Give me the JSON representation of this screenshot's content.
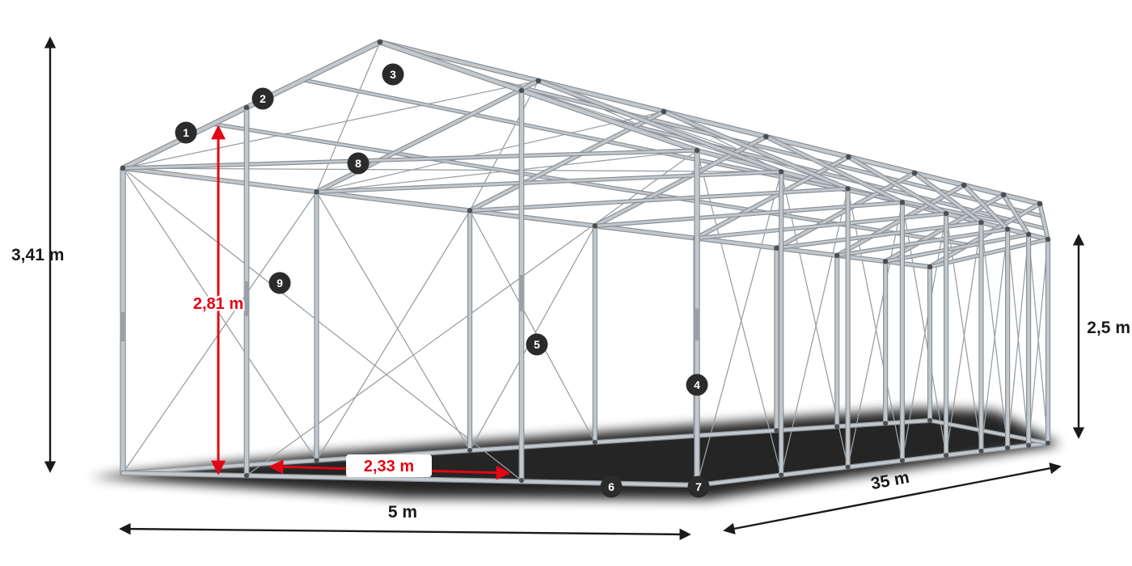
{
  "diagram": {
    "type": "tent-frame-wireframe",
    "dimensions": {
      "total_height": "3,41 m",
      "entrance_height": "2,81 m",
      "side_height": "2,5 m",
      "entrance_width": "2,33 m",
      "width": "5 m",
      "length": "35 m"
    },
    "markers": [
      "1",
      "2",
      "3",
      "4",
      "5",
      "6",
      "7",
      "8",
      "9"
    ]
  },
  "colors": {
    "frame": "#c2c7cb",
    "frame_edge": "#8b9197",
    "cable": "#9aa0a6",
    "joint": "#4a4f54",
    "shadow": "#000000",
    "dimension": "#1a1a1a",
    "accent_red": "#e30613",
    "marker_bg": "#2b2b2b",
    "marker_text": "#ffffff"
  }
}
